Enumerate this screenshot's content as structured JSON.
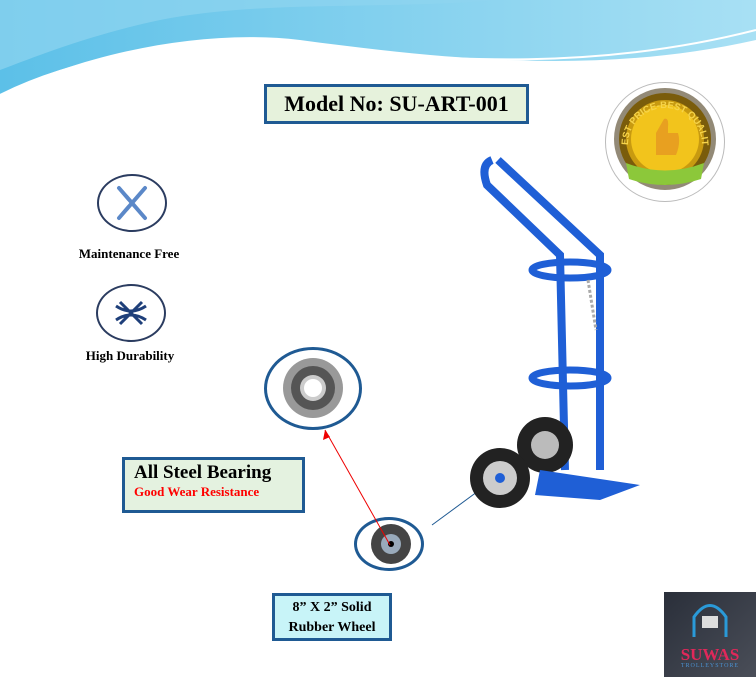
{
  "model": {
    "label": "Model No: SU-ART-001"
  },
  "features": [
    {
      "label": "Maintenance Free",
      "icon": "wrench-screwdriver-icon"
    },
    {
      "label": "High Durability",
      "icon": "woven-fabric-icon"
    }
  ],
  "bearing": {
    "title": "All   Steel Bearing",
    "subtitle": "Good Wear Resistance"
  },
  "wheel": {
    "line1": "8” X 2” Solid",
    "line2": "Rubber  Wheel"
  },
  "badge": {
    "text": "BEST PRICE-BEST QUALITY"
  },
  "logo": {
    "name": "SUWAS",
    "tagline": "TROLLEYSTORE"
  },
  "colors": {
    "accent": "#1f5a93",
    "trolley": "#1f5fd6",
    "red": "#ff0000"
  }
}
